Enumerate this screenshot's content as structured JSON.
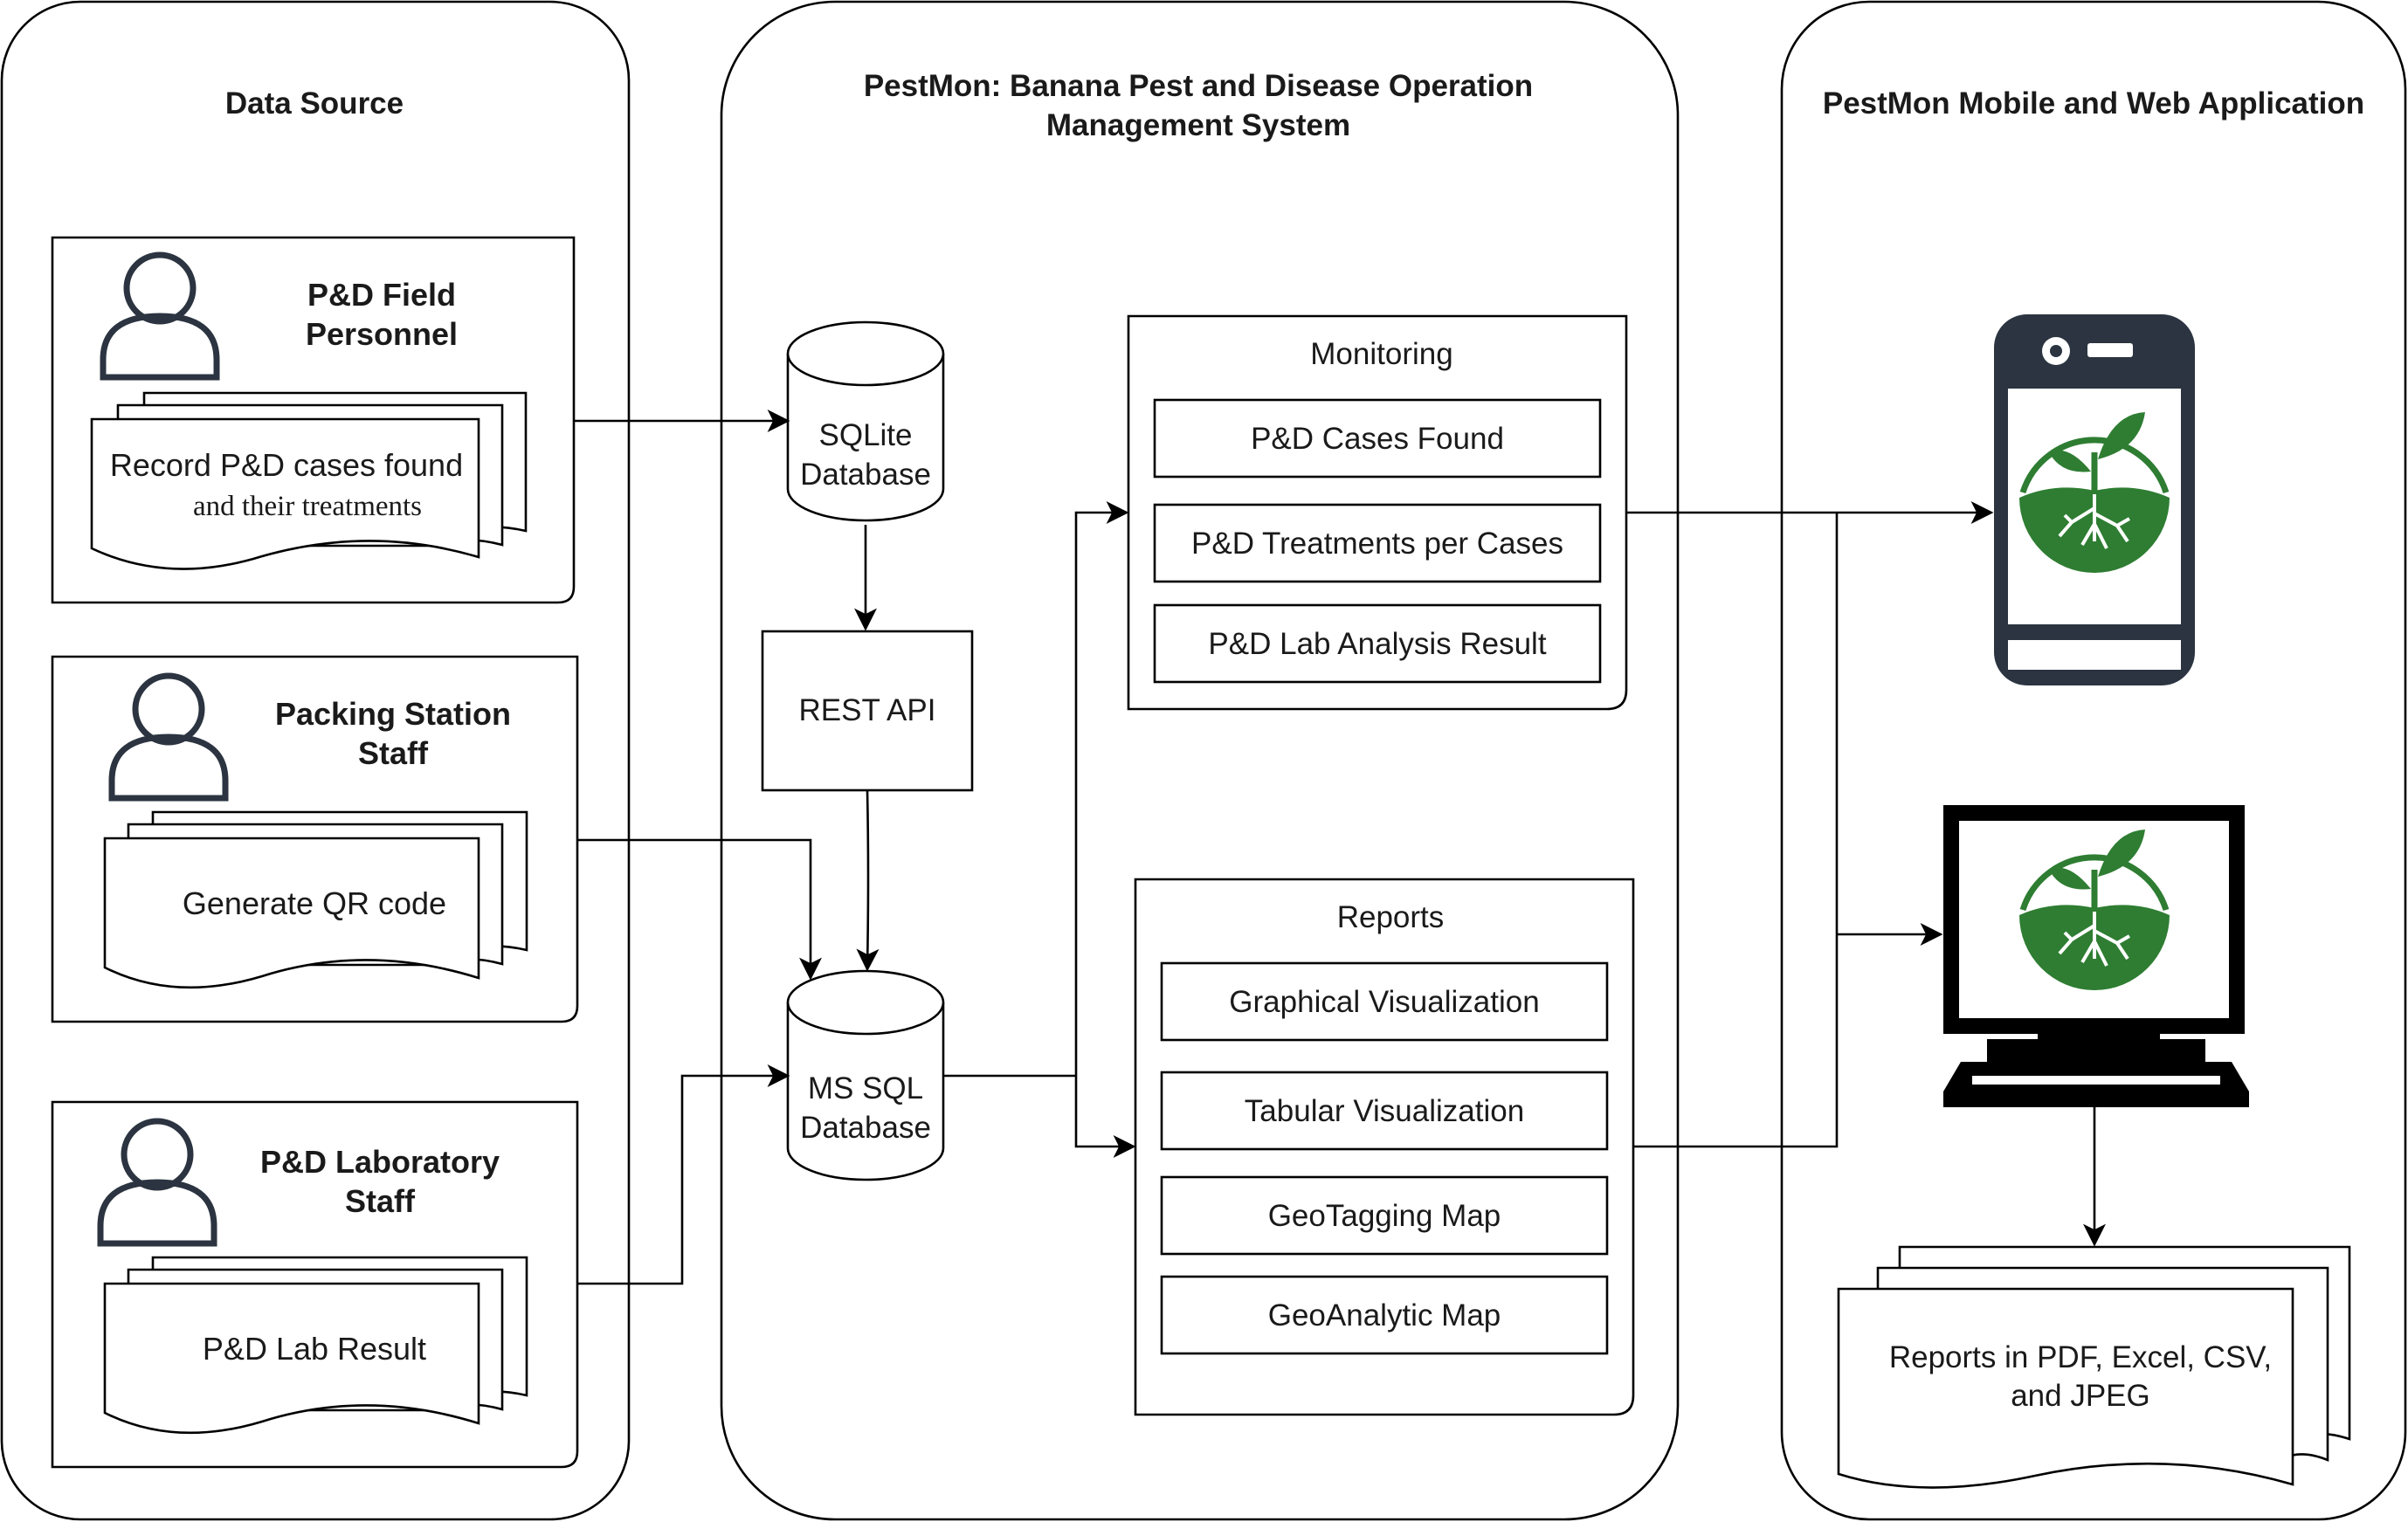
{
  "columns": {
    "data_source": "Data Source",
    "system_line1": "PestMon: Banana Pest and Disease Operation",
    "system_line2": "Management System",
    "app": "PestMon Mobile and Web Application"
  },
  "actors": {
    "field": {
      "line1": "P&D Field",
      "line2": "Personnel",
      "doc_line1": "Record P&D cases found",
      "doc_line2": "and their treatments"
    },
    "packing": {
      "line1": "Packing Station",
      "line2": "Staff",
      "doc": "Generate QR code"
    },
    "lab": {
      "line1": "P&D Laboratory",
      "line2": "Staff",
      "doc": "P&D Lab Result"
    }
  },
  "system": {
    "sqlite_line1": "SQLite",
    "sqlite_line2": "Database",
    "rest_api": "REST API",
    "mssql_line1": "MS SQL",
    "mssql_line2": "Database"
  },
  "monitoring": {
    "title": "Monitoring",
    "items": [
      "P&D Cases Found",
      "P&D Treatments per Cases",
      "P&D Lab Analysis Result"
    ]
  },
  "reports": {
    "title": "Reports",
    "items": [
      "Graphical Visualization",
      "Tabular Visualization",
      "GeoTagging Map",
      "GeoAnalytic Map"
    ]
  },
  "output": {
    "line1": "Reports in PDF, Excel, CSV,",
    "line2": "and JPEG"
  },
  "icons": {
    "actor": "user-icon",
    "phone": "smartphone-icon",
    "monitor": "desktop-computer-icon",
    "logo": "seedling-logo-icon"
  },
  "colors": {
    "logo_green": "#2e7d32",
    "device_dark": "#2b3440",
    "actor_stroke": "#2b3440"
  }
}
